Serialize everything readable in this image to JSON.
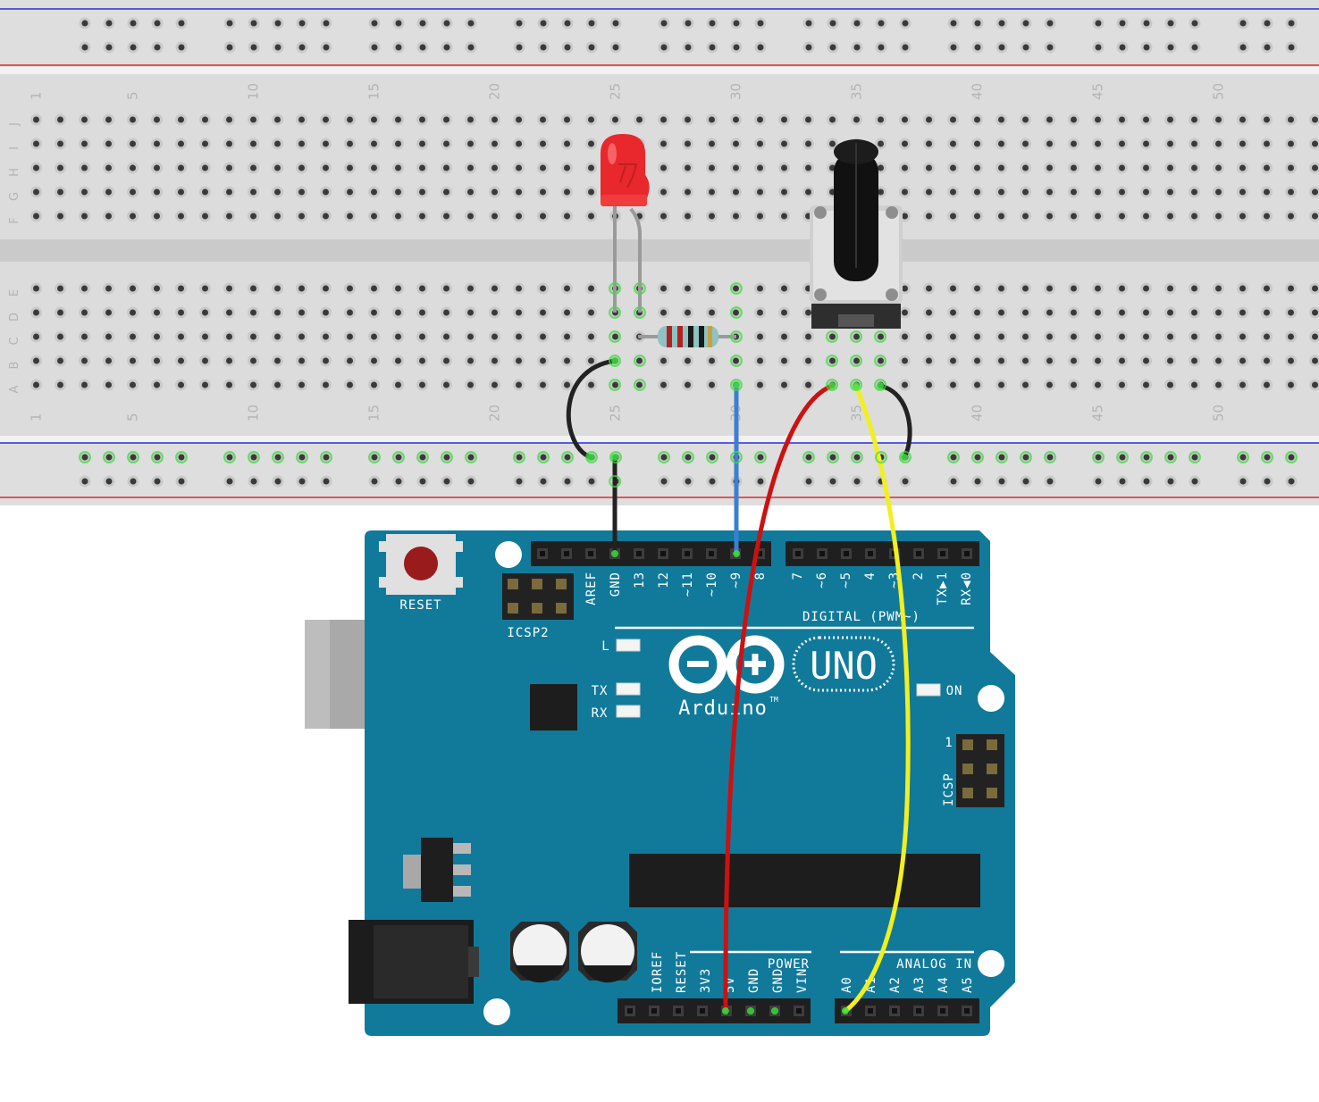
{
  "breadboard": {
    "column_numbers": [
      "1",
      "5",
      "10",
      "15",
      "20",
      "25",
      "30",
      "35",
      "40",
      "45",
      "50"
    ],
    "rows_top": [
      "J",
      "I",
      "H",
      "G",
      "F"
    ],
    "rows_bottom": [
      "E",
      "D",
      "C",
      "B",
      "A"
    ]
  },
  "arduino": {
    "logo_text": "Arduino",
    "trademark": "TM",
    "model": "UNO",
    "reset_label": "RESET",
    "icsp2_label": "ICSP2",
    "icsp_label": "ICSP",
    "icsp_pin1": "1",
    "led_l": "L",
    "led_tx": "TX",
    "led_rx": "RX",
    "led_on": "ON",
    "digital_label": "DIGITAL (PWM~)",
    "power_label": "POWER",
    "analog_label": "ANALOG IN",
    "digital_pins": [
      "AREF",
      "GND",
      "13",
      "12",
      "~11",
      "~10",
      "~9",
      "8",
      "7",
      "~6",
      "~5",
      "4",
      "~3",
      "2",
      "TX▶1",
      "RX◀0"
    ],
    "power_pins": [
      "IOREF",
      "RESET",
      "3V3",
      "5V",
      "GND",
      "GND",
      "VIN"
    ],
    "analog_pins": [
      "A0",
      "A1",
      "A2",
      "A3",
      "A4",
      "A5"
    ]
  },
  "components": [
    {
      "name": "LED",
      "color": "#e8282c"
    },
    {
      "name": "Resistor",
      "bands": [
        "#b22222",
        "#b22222",
        "#1a1a1a",
        "#1a1a1a"
      ]
    },
    {
      "name": "Potentiometer"
    }
  ],
  "wires": [
    {
      "name": "gnd-bridge",
      "color": "#222222"
    },
    {
      "name": "gnd-to-rail",
      "color": "#222222"
    },
    {
      "name": "pin9-to-resistor",
      "color": "#3b7fd4"
    },
    {
      "name": "5v-to-pot",
      "color": "#cc1111"
    },
    {
      "name": "pot-wiper-to-a0",
      "color": "#f2ef1f"
    },
    {
      "name": "pot-gnd",
      "color": "#222222"
    }
  ],
  "colors": {
    "pcb": "#117a9b",
    "breadboard": "#dcdcdc",
    "rail_red": "#d92b2b",
    "rail_blue": "#2b2bd9",
    "highlight": "#3ce03c"
  }
}
